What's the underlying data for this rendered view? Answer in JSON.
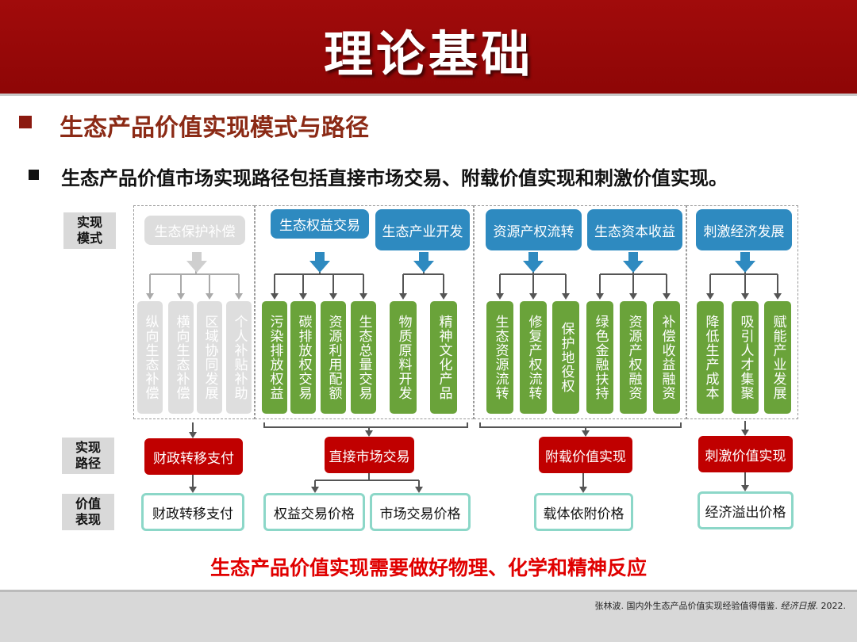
{
  "title": "理论基础",
  "section_title": "生态产品价值实现模式与路径",
  "subtitle": "生态产品价值市场实现路径包括直接市场交易、附载价值实现和刺激价值实现。",
  "row_labels": {
    "mode": "实现\n模式",
    "path": "实现\n路径",
    "value": "价值\n表现"
  },
  "modes": {
    "ecological_compensation": {
      "header": "生态保护补偿",
      "items": [
        "纵向生态补偿",
        "横向生态补偿",
        "区域协同发展",
        "个人补贴补助"
      ]
    },
    "ecological_rights_trading": {
      "header": "生态权益交易",
      "items": [
        "污染排放权益",
        "碳排放权交易",
        "资源利用配额",
        "生态总量交易"
      ]
    },
    "ecological_industry": {
      "header": "生态产业开发",
      "items": [
        "物质原料开发",
        "精神文化产品"
      ]
    },
    "resource_rights_transfer": {
      "header": "资源产权流转",
      "items": [
        "生态资源流转",
        "修复产权流转",
        "保护地役权"
      ]
    },
    "ecological_capital": {
      "header": "生态资本收益",
      "items": [
        "绿色金融扶持",
        "资源产权融资",
        "补偿收益融资"
      ]
    },
    "economic_stimulus": {
      "header": "刺激经济发展",
      "items": [
        "降低生产成本",
        "吸引人才集聚",
        "赋能产业发展"
      ]
    }
  },
  "paths": {
    "fiscal": "财政转移支付",
    "direct": "直接市场交易",
    "attached": "附载价值实现",
    "stimulus": "刺激价值实现"
  },
  "values": {
    "fiscal": "财政转移支付",
    "rights_price": "权益交易价格",
    "market_price": "市场交易价格",
    "carrier_price": "载体依附价格",
    "spillover_price": "经济溢出价格"
  },
  "bottom_note": "生态产品价值实现需要做好物理、化学和精神反应",
  "citation": {
    "main": "张林波. 国内外生态产品价值实现经验值得借鉴. ",
    "journal": "经济日报",
    "year": ". 2022."
  },
  "colors": {
    "header_red": "#a10b0b",
    "blue": "#2e8ac0",
    "green": "#6aa33a",
    "path_red": "#c00000",
    "value_outline": "#8cd7c8",
    "note_red": "#e00000"
  }
}
